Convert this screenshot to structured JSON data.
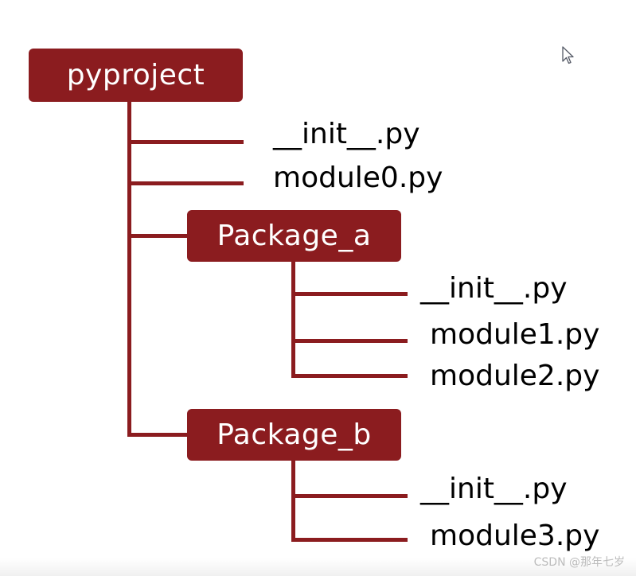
{
  "colors": {
    "accent": "#8b1c1f",
    "text": "#000000",
    "box_text": "#ffffff",
    "watermark": "#bcbcbc"
  },
  "root": {
    "label": "pyproject",
    "children": [
      {
        "label": "__init__.py"
      },
      {
        "label": "module0.py"
      }
    ]
  },
  "packages": [
    {
      "label": "Package_a",
      "files": [
        {
          "label": "__init__.py"
        },
        {
          "label": "module1.py"
        },
        {
          "label": "module2.py"
        }
      ]
    },
    {
      "label": "Package_b",
      "files": [
        {
          "label": "__init__.py"
        },
        {
          "label": "module3.py"
        }
      ]
    }
  ],
  "watermark": "CSDN @那年七岁",
  "cursor_icon": "mouse-pointer-icon"
}
